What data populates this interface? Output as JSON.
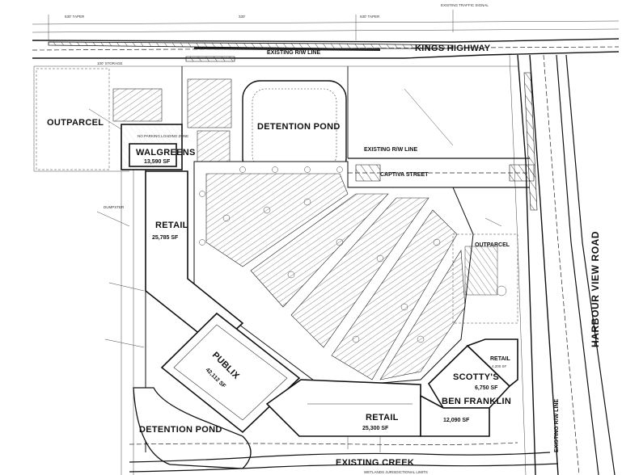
{
  "roads": {
    "kings_highway": "KINGS HIGHWAY",
    "harbour_view_road": "HARBOUR VIEW ROAD",
    "captiva_street": "CAPTIVA STREET",
    "existing_rw_line_top": "EXISTING R/W LINE",
    "existing_rw_line_mid": "EXISTING R/W LINE",
    "existing_rw_line_right": "EXISTING R/W LINE",
    "existing_creek": "EXISTING CREEK"
  },
  "parcels": {
    "outparcel": "OUTPARCEL",
    "detention_pond_top": "DETENTION POND",
    "detention_pond_bottom": "DETENTION POND",
    "outparcel_right": "OUTPARCEL"
  },
  "buildings": {
    "walgreens": {
      "name": "WALGREENS",
      "area": "13,590 SF"
    },
    "retail_west": {
      "name": "RETAIL",
      "area": "25,785 SF"
    },
    "publix": {
      "name": "PUBLIX",
      "area": "42,112 SF"
    },
    "retail_south": {
      "name": "RETAIL",
      "area": "25,300 SF"
    },
    "scottys": {
      "name": "SCOTTY'S",
      "area": "6,750 SF"
    },
    "ben_franklin": {
      "name": "BEN FRANKLIN",
      "area": "12,090 SF"
    },
    "retail_east": {
      "name": "RETAIL",
      "area": "4,200 SF"
    }
  },
  "annotations": {
    "taper_1": "630' TAPER",
    "dim_1": "330'",
    "taper_2": "630' TAPER",
    "signal": "EXISTING TRAFFIC SIGNAL",
    "storage": "100' STORAGE",
    "no_parking": "NO PARKING LOADING ZONE",
    "dumpster": "DUMPSTER",
    "wetlands": "WETLANDS JURISDICTIONAL LIMITS"
  }
}
